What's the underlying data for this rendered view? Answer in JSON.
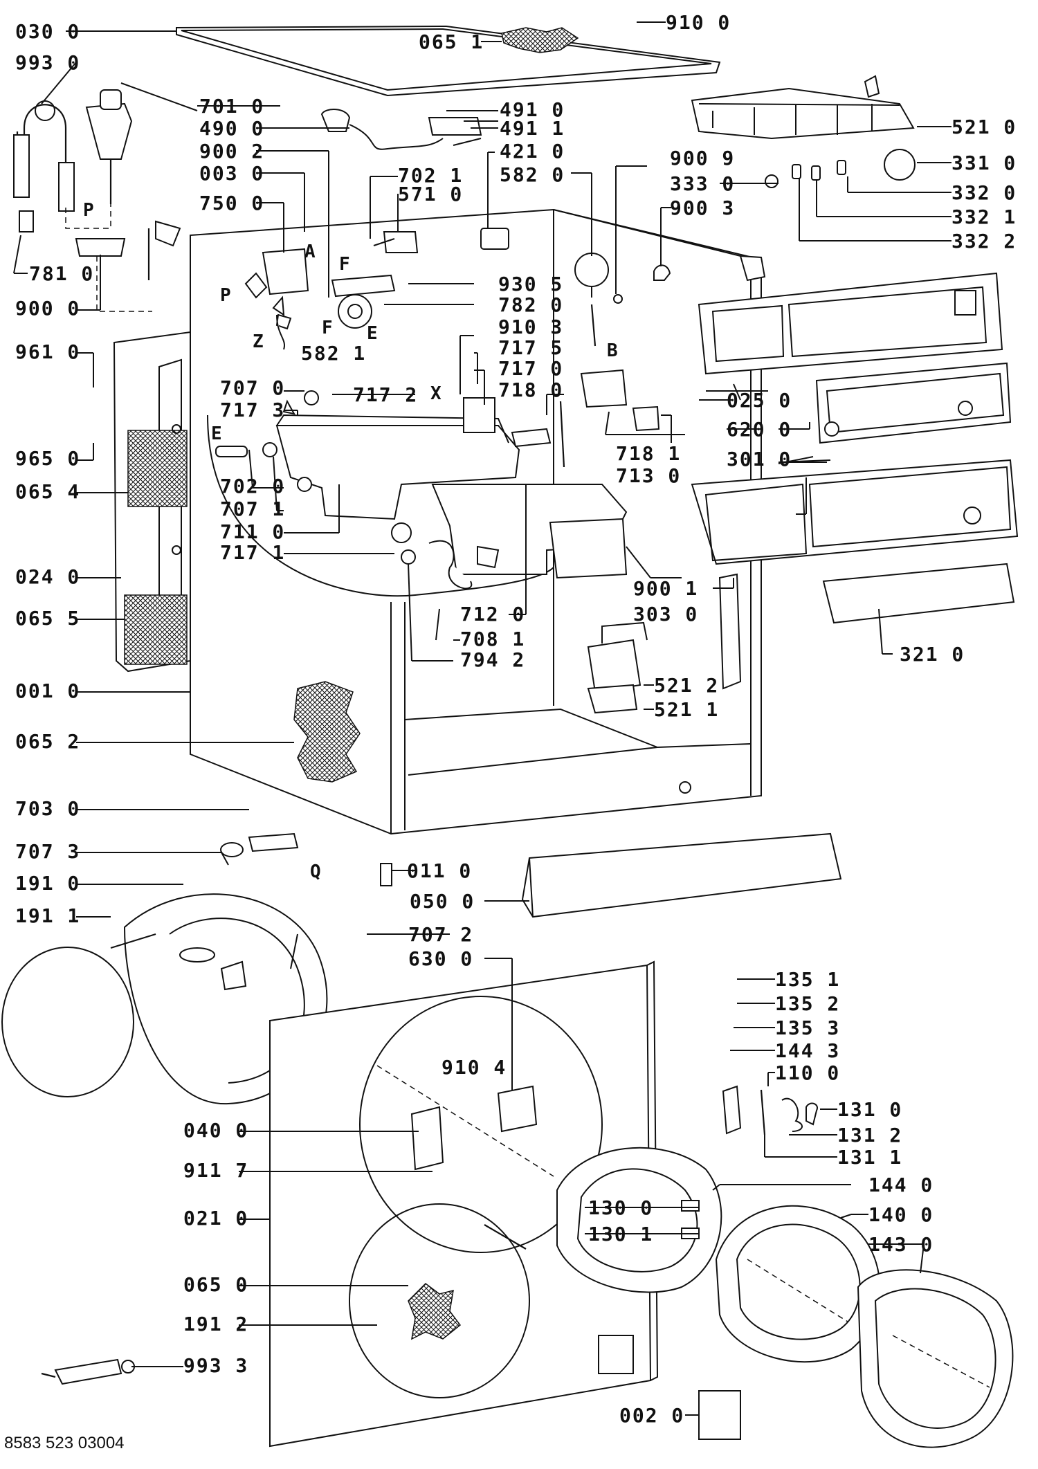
{
  "document_number": "8583 523 03004",
  "letters": [
    "A",
    "P",
    "F",
    "E",
    "Z",
    "X",
    "B",
    "Q"
  ],
  "labels_left": [
    "030 0",
    "993 0",
    "781 0",
    "900 0",
    "961 0",
    "965 0",
    "065 4",
    "024 0",
    "065 5",
    "001 0",
    "065 2",
    "703 0",
    "707 3",
    "191 0",
    "191 1",
    "040 0",
    "911 7",
    "021 0",
    "065 0",
    "191 2",
    "993 3"
  ],
  "labels_top": [
    "910 0",
    "065 1",
    "701 0",
    "490 0",
    "900 2",
    "003 0",
    "750 0",
    "491 0",
    "491 1",
    "421 0",
    "582 0",
    "702 1",
    "571 0",
    "900 9",
    "333 0",
    "900 3",
    "521 0",
    "331 0",
    "332 0",
    "332 1",
    "332 2"
  ],
  "labels_mid": [
    "930 5",
    "782 0",
    "910 3",
    "717 5",
    "717 0",
    "718 0",
    "582 1",
    "707 0",
    "717 3",
    "717 2",
    "702 0",
    "707 1",
    "711 0",
    "717 1",
    "712 0",
    "708 1",
    "794 2",
    "718 1",
    "713 0",
    "025 0",
    "620 0",
    "301 0",
    "900 1",
    "303 0",
    "321 0",
    "521 2",
    "521 1",
    "011 0",
    "050 0"
  ],
  "labels_lower": [
    "707 2",
    "630 0",
    "910 4",
    "135 1",
    "135 2",
    "135 3",
    "144 3",
    "110 0",
    "131 0",
    "131 2",
    "131 1",
    "144 0",
    "130 0",
    "130 1",
    "140 0",
    "143 0",
    "002 0"
  ]
}
